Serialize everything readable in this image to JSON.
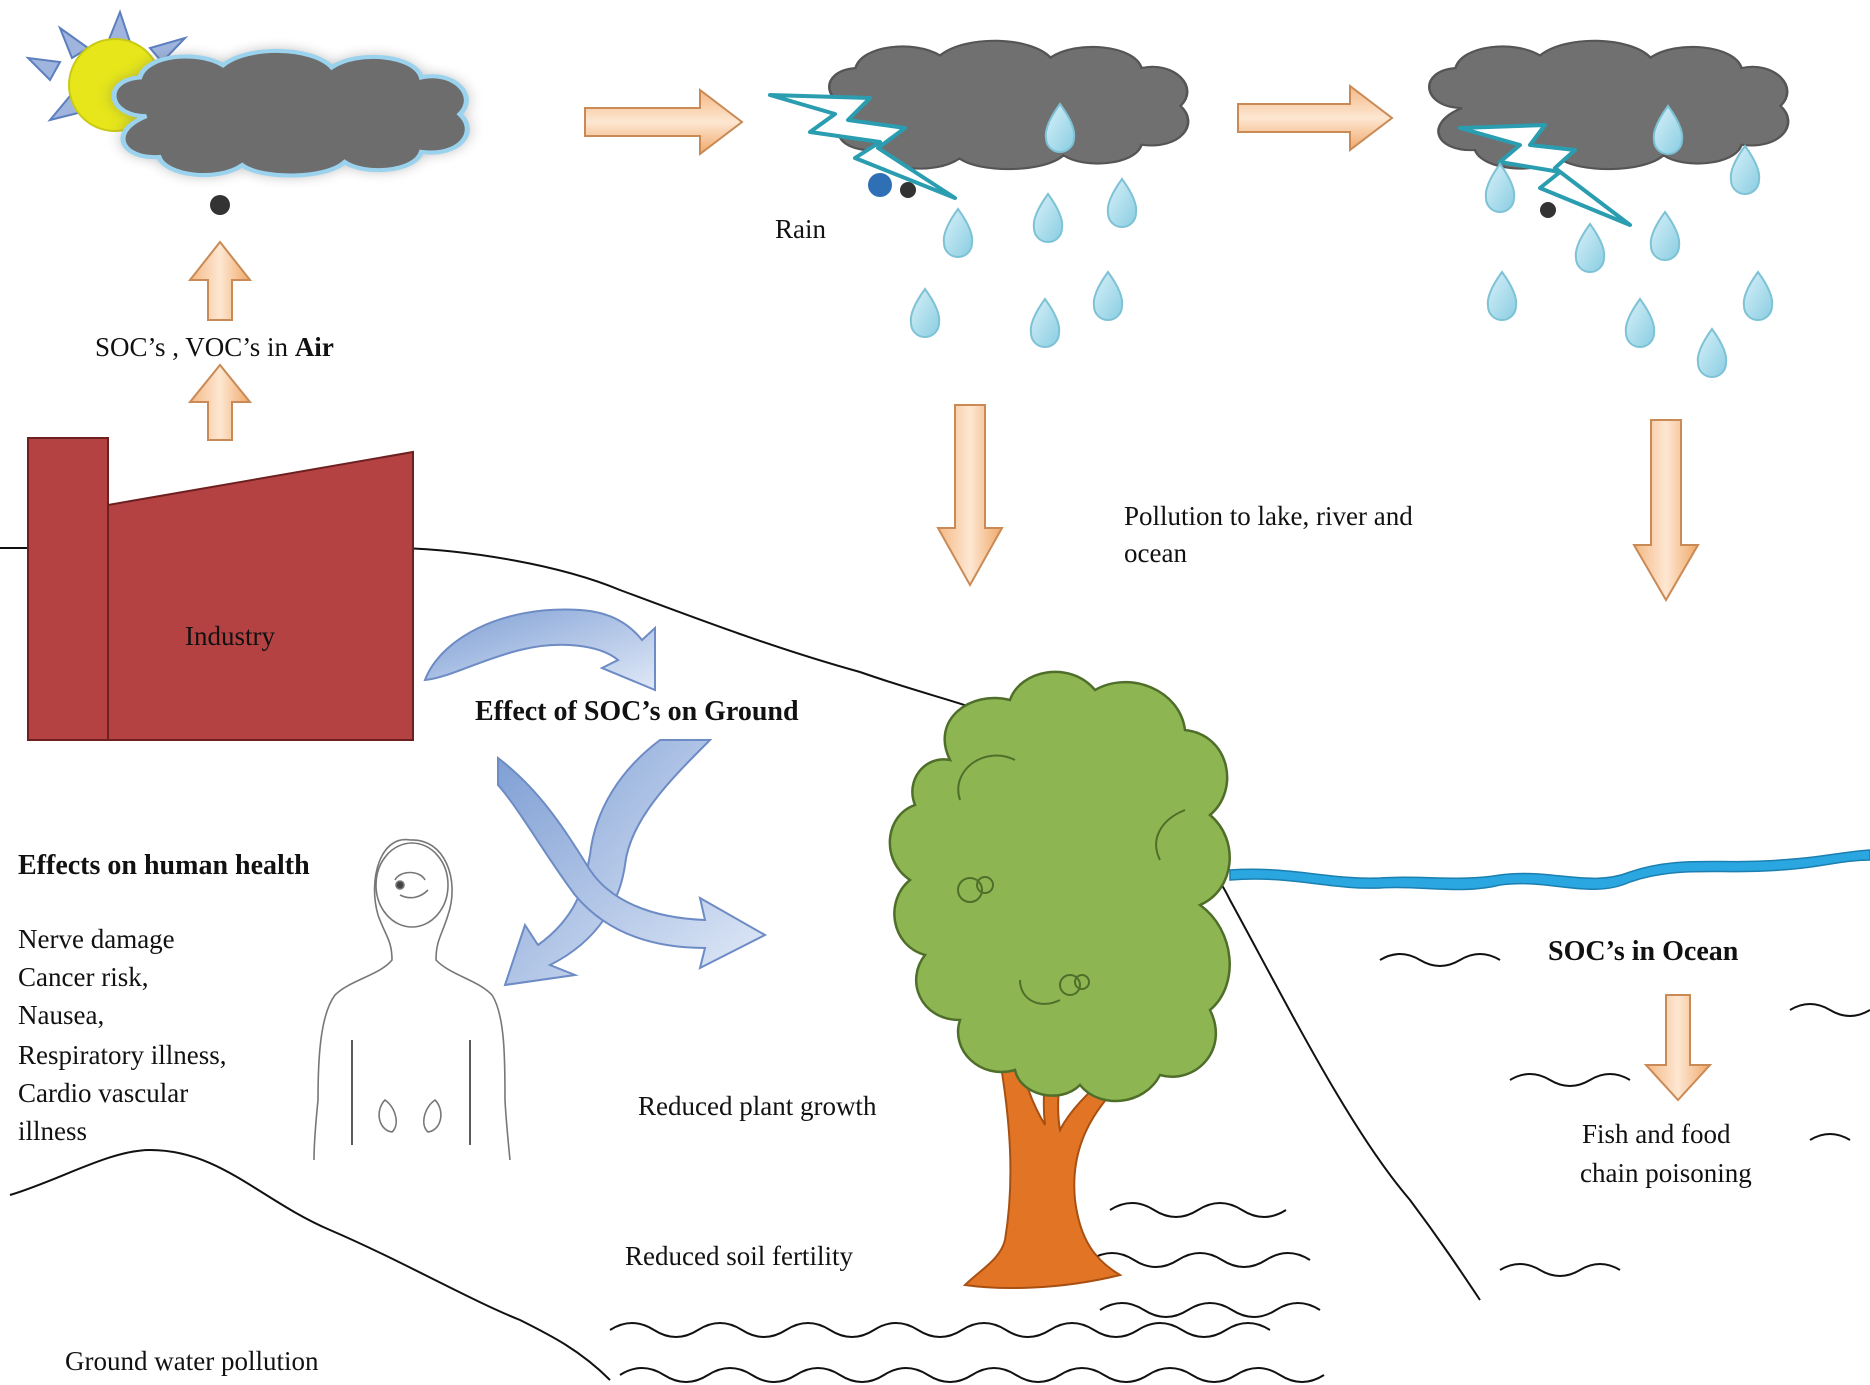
{
  "labels": {
    "air": "SOC’s , VOC’s  in ",
    "air_bold": "Air",
    "rain": "Rain",
    "industry": "Industry",
    "pollution_line1": "Pollution to lake, river and",
    "pollution_line2": "ocean",
    "effect_ground": "Effect of SOC’s  on Ground",
    "human_health_title": "Effects on human health",
    "health_effects": [
      "Nerve damage",
      "Cancer risk,",
      "Nausea,",
      "Respiratory illness,",
      "Cardio vascular",
      "illness"
    ],
    "plant_growth": "Reduced plant growth",
    "soil_fertility": "Reduced soil fertility",
    "ground_water": "Ground water pollution",
    "ocean": "SOC’s  in Ocean",
    "fish_line1": "Fish and food",
    "fish_line2": "chain poisoning"
  },
  "colors": {
    "cloud": "#6f6f6f",
    "raindrop": "#a8dcea",
    "arrow_orange": "#f4b884",
    "arrow_blue": "#8eaad8",
    "factory": "#b54242",
    "tree_canopy": "#8db653",
    "tree_trunk": "#e27425",
    "water": "#2aa6e0",
    "sun": "#e6e61a"
  },
  "icons": [
    "sun-icon",
    "cloud-icon",
    "lightning-icon",
    "raindrop-icon",
    "factory-icon",
    "tree-icon",
    "human-body-icon"
  ]
}
